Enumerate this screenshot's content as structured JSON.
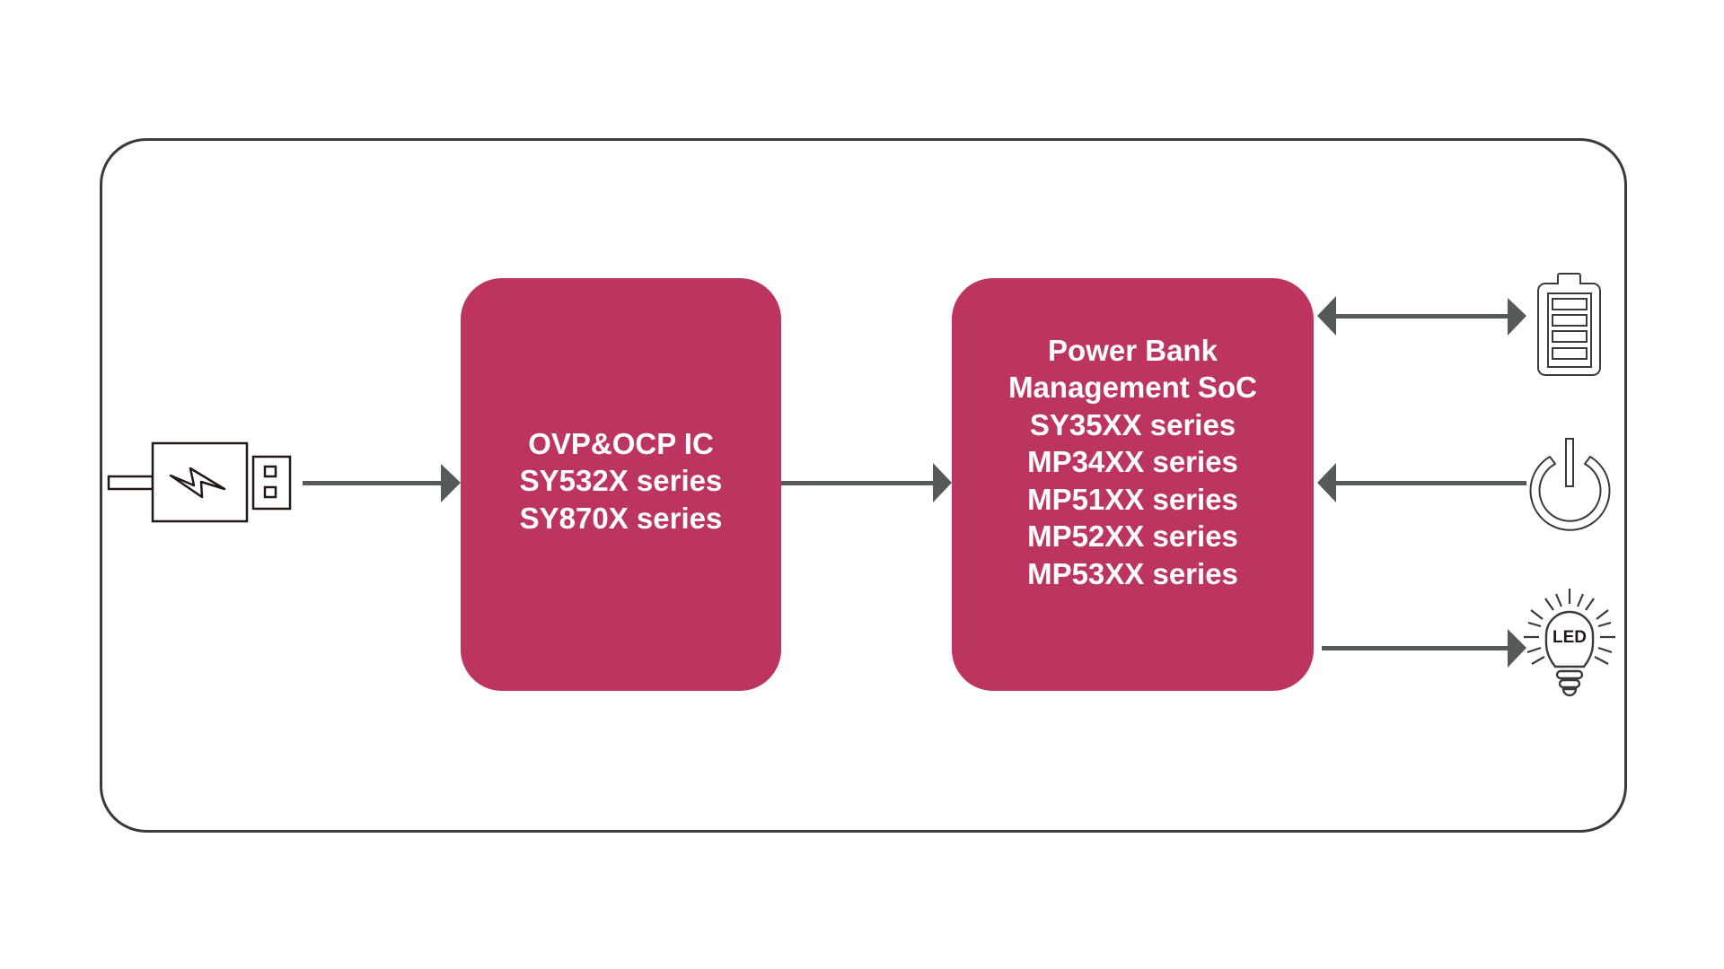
{
  "diagram": {
    "type": "block-diagram",
    "title": "Power bank system block diagram",
    "colors": {
      "block_fill": "#bc355e",
      "block_text": "#ffffff",
      "arrow": "#555957",
      "frame": "#3a3a3a",
      "icon_stroke": "#231815"
    },
    "blocks": [
      {
        "id": "ovp",
        "lines": [
          "OVP&OCP IC",
          "SY532X series",
          "SY870X series"
        ]
      },
      {
        "id": "soc",
        "lines": [
          "Power Bank",
          "Management SoC",
          "SY35XX series",
          "MP34XX series",
          "MP51XX series",
          "MP52XX series",
          "MP53XX series"
        ]
      }
    ],
    "icons": {
      "input": "usb-plug-icon",
      "battery": "battery-icon",
      "power": "power-button-icon",
      "led": "led-bulb-icon",
      "led_label": "LED"
    },
    "connections": [
      {
        "from": "usb-plug",
        "to": "ovp",
        "direction": "forward"
      },
      {
        "from": "ovp",
        "to": "soc",
        "direction": "forward"
      },
      {
        "from": "soc",
        "to": "battery",
        "direction": "bidirectional"
      },
      {
        "from": "power-button",
        "to": "soc",
        "direction": "forward"
      },
      {
        "from": "soc",
        "to": "led",
        "direction": "forward"
      }
    ]
  }
}
